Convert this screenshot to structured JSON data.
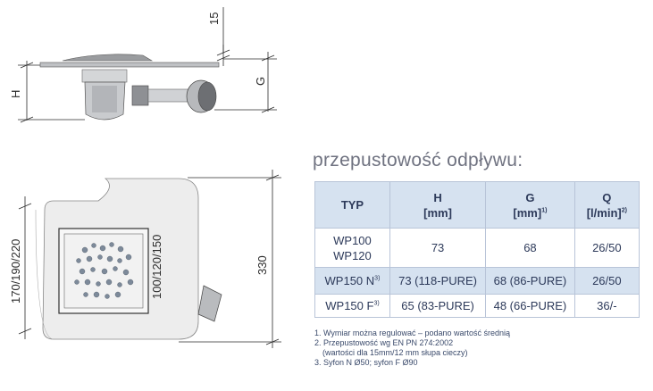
{
  "dimensions": {
    "top_15": "15",
    "top_G": "G",
    "top_H": "H",
    "bottom_height": "170/190/220",
    "bottom_grate": "100/120/150",
    "bottom_330": "330"
  },
  "table": {
    "title": "przepustowość odpływu:",
    "headers": {
      "typ": "TYP",
      "h": "H",
      "h_unit": "[mm]",
      "g": "G",
      "g_unit": "[mm]",
      "g_sup": "1)",
      "q": "Q",
      "q_unit": "[l/min]",
      "q_sup": "2)"
    },
    "rows": [
      {
        "typ_line1": "WP100",
        "typ_line2": "WP120",
        "h": "73",
        "g": "68",
        "q": "26/50"
      },
      {
        "typ": "WP150 N",
        "typ_sup": "3)",
        "h": "73 (118-PURE)",
        "g": "68 (86-PURE)",
        "q": "26/50"
      },
      {
        "typ": "WP150 F",
        "typ_sup": "3)",
        "h": "65 (83-PURE)",
        "g": "48 (66-PURE)",
        "q": "36/-"
      }
    ]
  },
  "notes": [
    "1. Wymiar można regulować – podano wartość średnią",
    "2. Przepustowość wg EN PN 274:2002",
    "(wartości dla 15mm/12 mm słupa cieczy)",
    "3. Syfon N Ø50; syfon F Ø90"
  ]
}
